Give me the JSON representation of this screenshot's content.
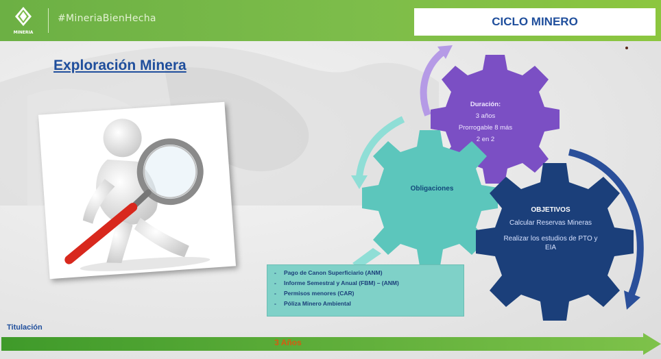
{
  "header": {
    "org_name": "MINERIA",
    "hashtag": "#MineriaBienHecha",
    "title": "CICLO MINERO"
  },
  "subtitle": "Exploración Minera",
  "gears": {
    "duration": {
      "title": "Duración:",
      "lines": [
        "3 años",
        "Prorrogable 8 más",
        "2 en 2"
      ]
    },
    "obligations": {
      "title": "Obligaciones"
    },
    "objectives": {
      "title": "OBJETIVOS",
      "items": [
        "Calcular Reservas Mineras",
        "Realizar los estudios de PTO y EIA"
      ]
    }
  },
  "obligations_list": [
    "Pago de Canon Superficiario (ANM)",
    "Informe Semestral y Anual (FBM) – (ANM)",
    "Permisos menores (CAR)",
    "Póliza Minero Ambiental"
  ],
  "timeline": {
    "label": "Titulación",
    "duration": "3 Años"
  },
  "colors": {
    "brand_green": "#7dbd4a",
    "title_blue": "#1f4e9c",
    "gear_purple": "#7b4fc4",
    "gear_teal": "#5cc6bc",
    "gear_navy": "#1b3f7a",
    "timeline_orange": "#d65a12"
  },
  "icons": [
    "diamond-logo-icon",
    "magnifier-figure-image",
    "cycle-arrow-icon"
  ]
}
